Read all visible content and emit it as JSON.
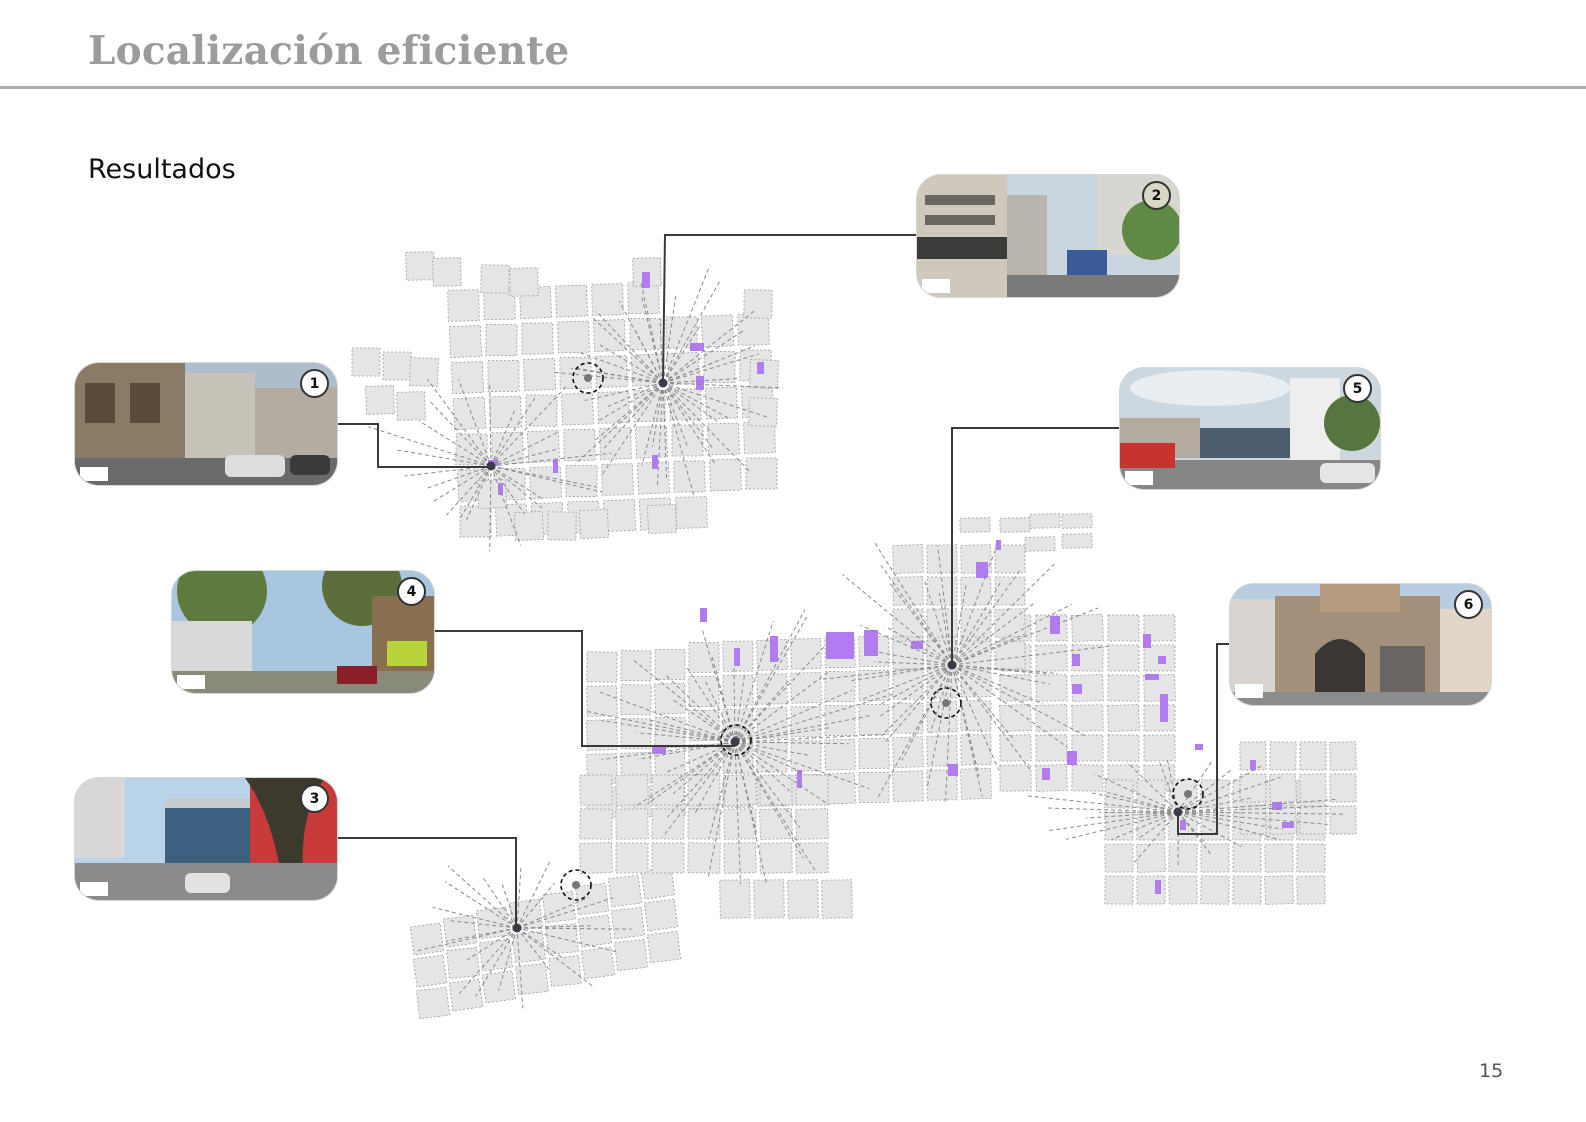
{
  "header": {
    "title": "Localización eficiente"
  },
  "section": {
    "subtitle": "Resultados"
  },
  "footer": {
    "page_number": "15"
  },
  "photos": [
    {
      "number": "1"
    },
    {
      "number": "2"
    },
    {
      "number": "3"
    },
    {
      "number": "4"
    },
    {
      "number": "5"
    },
    {
      "number": "6"
    }
  ],
  "colors": {
    "block_fill": "#e5e5e5",
    "block_outline": "#9a9a9a",
    "parcel_highlight": "#b07cf0",
    "leader_line": "#3a3a3a",
    "title": "#9c9c9c"
  }
}
